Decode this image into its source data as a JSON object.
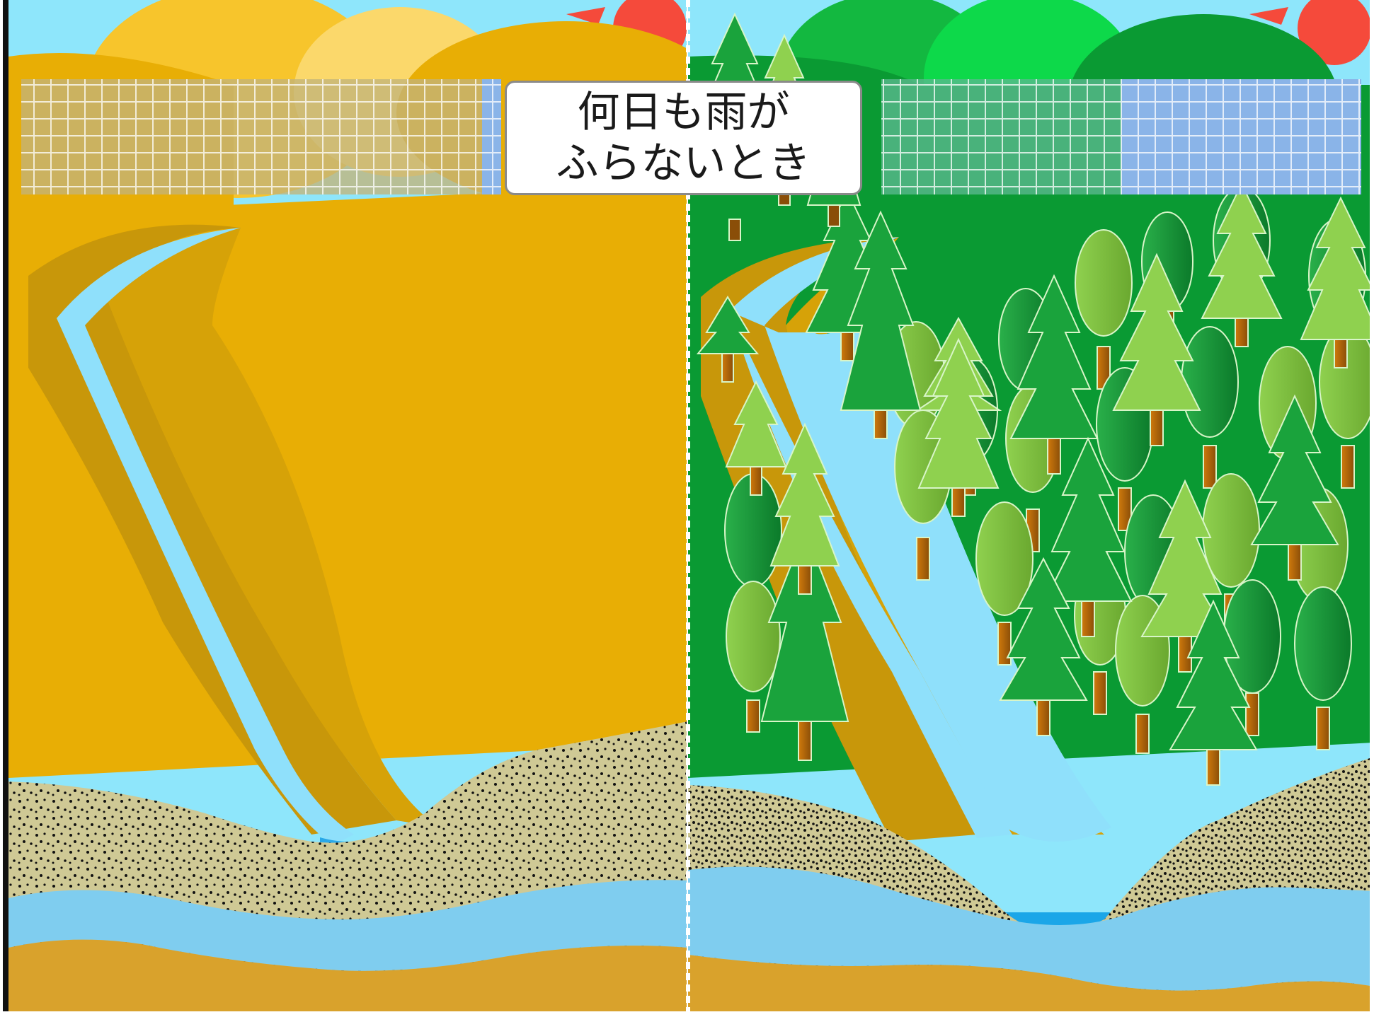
{
  "caption": {
    "line1": "何日も雨が",
    "line2": "ふらないとき"
  },
  "panels": [
    {
      "name": "bare-mountain",
      "ground_color": "#e8ae05",
      "water_tank_level": 0.04
    },
    {
      "name": "forest-mountain",
      "ground_color": "#0a9a33",
      "water_tank_level": 0.5
    }
  ],
  "colors": {
    "sky": "#8ee6fb",
    "sun": "#f54a3b",
    "water": "#8fe0fb",
    "riverbank": "#c8970a",
    "soil": "#cfc995",
    "tank_water": "#8ab4e8",
    "tank_empty_bare": "#c3b37a",
    "tank_empty_forest": "#5bb88f"
  }
}
